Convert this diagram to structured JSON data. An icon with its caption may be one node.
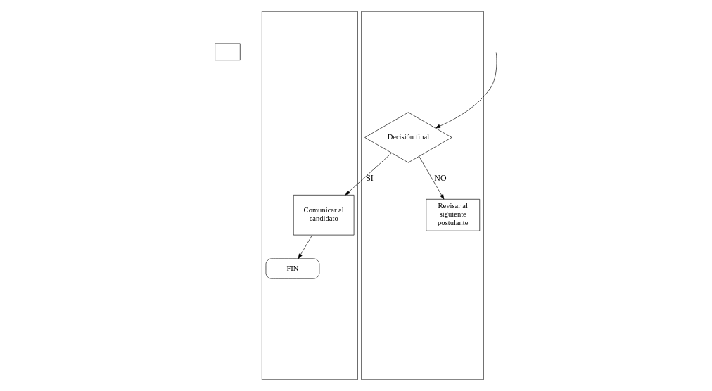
{
  "diagram": {
    "nodes": [
      {
        "text": [],
        "shape": "box"
      },
      {
        "text": [],
        "shape": "box"
      },
      {
        "text": [],
        "shape": "box"
      },
      {
        "text": [
          "Decisión final"
        ],
        "in": 2
      },
      {
        "text": [
          "Revisar al siguiente postulante"
        ],
        "in": 2
      },
      {
        "text": [
          "Comunicar al candidato"
        ],
        "in": 1
      },
      {
        "text": [
          "FIN"
        ],
        "in": 1
      }
    ],
    "edges": [
      {
        "from": null,
        "to": 3,
        "arrow": "to"
      },
      {
        "from": 3,
        "to": 4,
        "arrow": "to",
        "label": "NO"
      },
      {
        "from": 3,
        "to": 5,
        "arrow": "to",
        "label": "SI"
      },
      {
        "from": 5,
        "to": 6,
        "arrow": "to"
      }
    ]
  }
}
